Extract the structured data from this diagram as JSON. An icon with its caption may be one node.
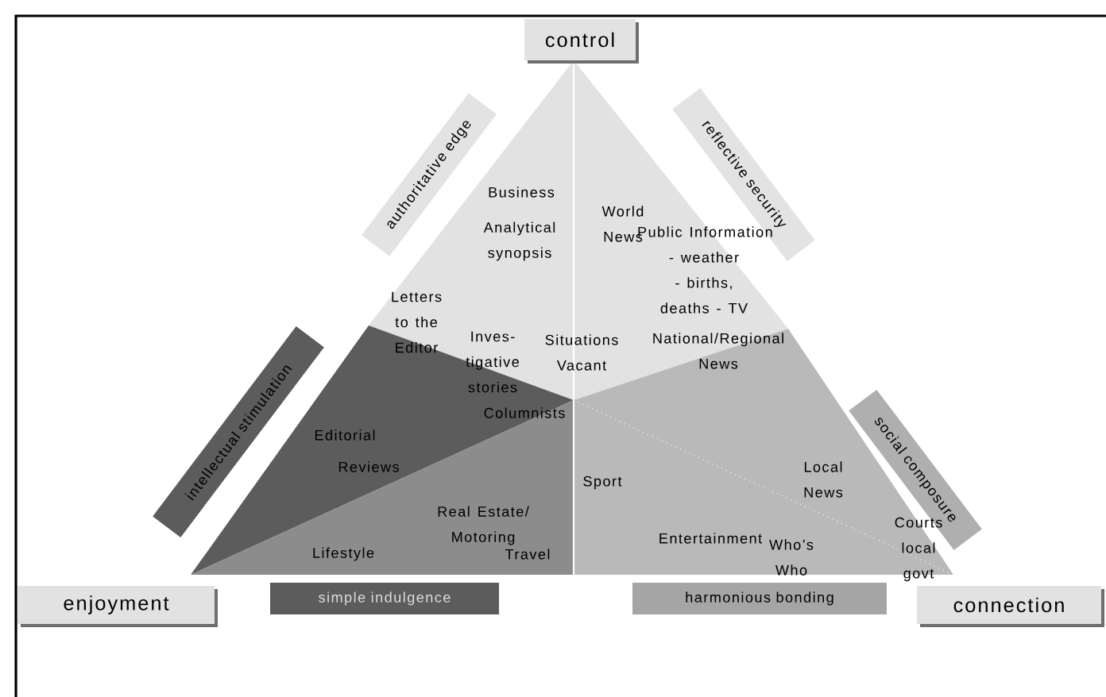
{
  "diagram": {
    "nodes": [
      {
        "text": [
          "control"
        ]
      },
      {
        "text": [
          "authoritative edge"
        ]
      },
      {
        "text": [
          "reflective security"
        ]
      },
      {
        "text": [
          "intellectual stimulation"
        ]
      },
      {
        "text": [
          "social composure"
        ]
      },
      {
        "text": [
          "enjoyment"
        ]
      },
      {
        "text": [
          "simple indulgence"
        ]
      },
      {
        "text": [
          "harmonious bonding"
        ]
      },
      {
        "text": [
          "connection"
        ]
      }
    ],
    "labels": [
      "Business",
      "Analytical synopsis",
      "World News",
      "Public Information - weather - births, deaths - TV",
      "Letters to the Editor",
      "Inves- tigative stories",
      "Situations Vacant",
      "National/Regional News",
      "Columnists",
      "Editorial",
      "Reviews",
      "Real Estate/ Motoring",
      "Sport",
      "Local News",
      "Lifestyle",
      "Travel",
      "Entertainment",
      "Who’s Who",
      "Courts local govt"
    ]
  }
}
